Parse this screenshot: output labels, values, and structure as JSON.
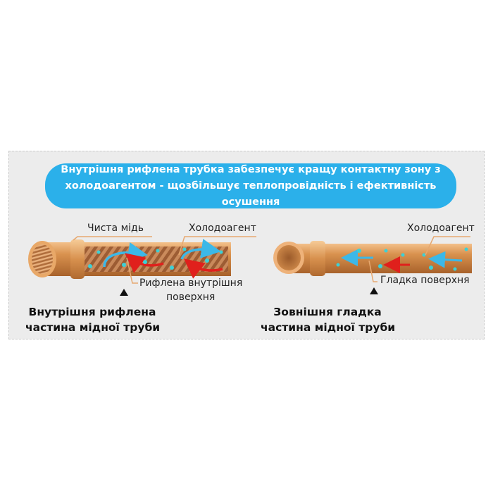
{
  "banner": {
    "line1": "Внутрішня рифлена трубка забезпечує кращу контактну зону з",
    "line2": "холодоагентом - щозбільшує  теплопровідність і ефективність осушення"
  },
  "left_pipe": {
    "label_copper": "Чиста мідь",
    "label_refrigerant": "Холодоагент",
    "label_surface_line1": "Рифлена внутрішня",
    "label_surface_line2": "поверхня",
    "caption_line1": "Внутрішня рифлена",
    "caption_line2": "частина мідної труби"
  },
  "right_pipe": {
    "label_refrigerant": "Холодоагент",
    "label_surface": "Гладка поверхня",
    "caption_line1": "Зовнішня гладка",
    "caption_line2": "частина мідної труби"
  },
  "colors": {
    "banner": "#2bb0ea",
    "copper": "#d08a4a",
    "flow_blue": "#3cb8e8",
    "flow_red": "#e0201c"
  }
}
